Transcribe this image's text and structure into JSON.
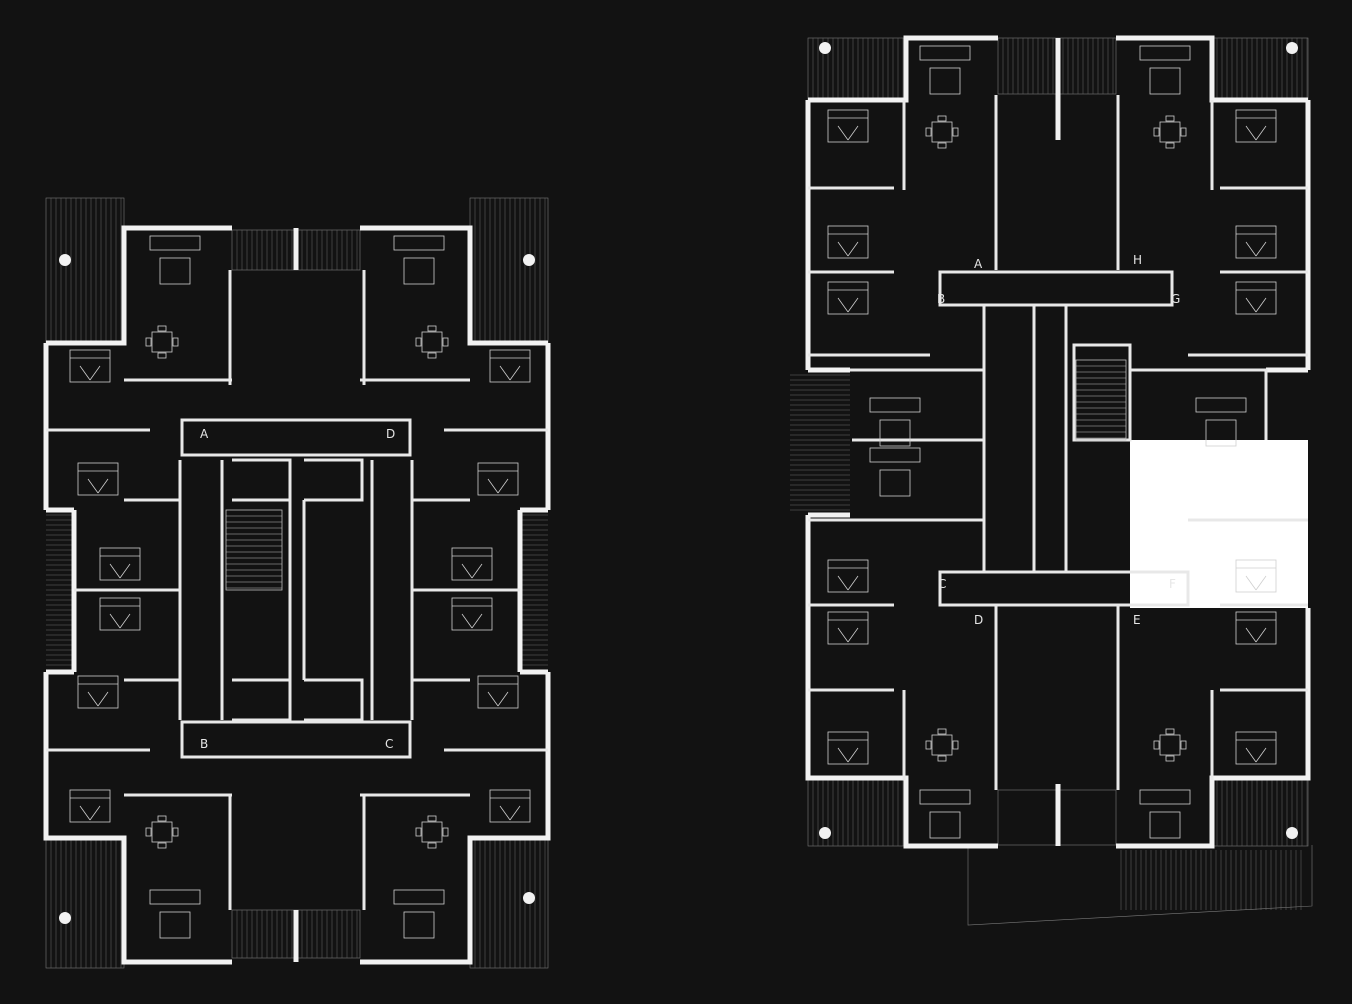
{
  "colors": {
    "background": "#121212",
    "wall": "#f2f2f2",
    "line": "#bdbdbd",
    "fill_core": "#ffffff"
  },
  "left_plan": {
    "units": [
      "A",
      "D",
      "B",
      "C"
    ]
  },
  "right_plan": {
    "units": [
      "A",
      "H",
      "B",
      "G",
      "C",
      "F",
      "D",
      "E"
    ]
  }
}
